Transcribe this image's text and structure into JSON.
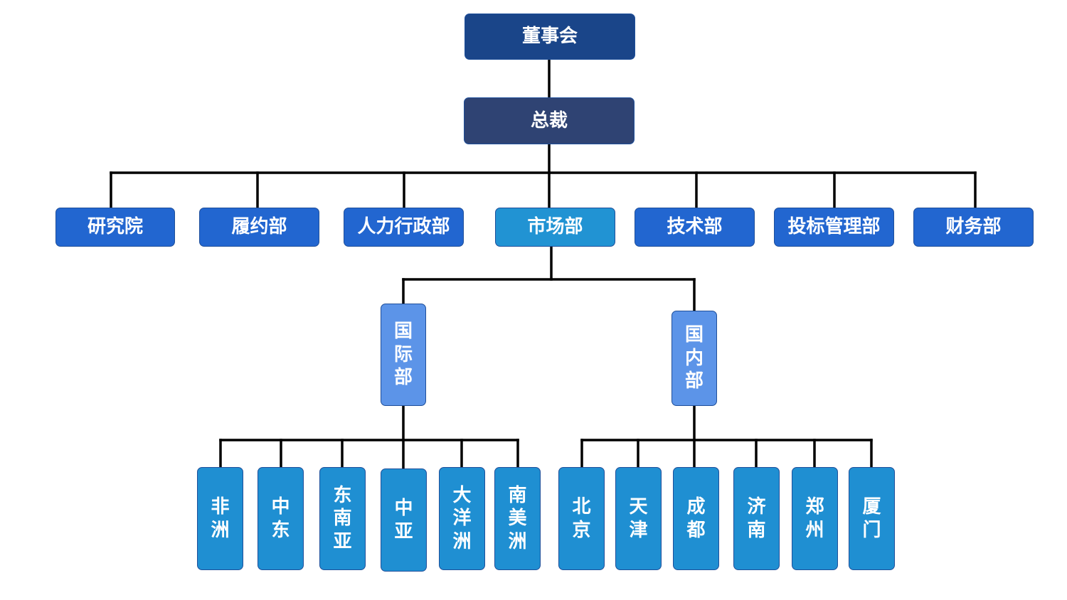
{
  "colors": {
    "board": "#1a4589",
    "ceo": "#2f4373",
    "department": "#2266d0",
    "department_highlight": "#2193d3",
    "division": "#5c94e8",
    "region": "#1f8fd2",
    "connector": "#000000"
  },
  "board": "董事会",
  "ceo": "总裁",
  "departments": [
    "研究院",
    "履约部",
    "人力行政部",
    "市场部",
    "技术部",
    "投标管理部",
    "财务部"
  ],
  "international": {
    "label": "国际部",
    "regions": [
      "非洲",
      "中东",
      "东南亚",
      "中亚",
      "大洋洲",
      "南美洲"
    ]
  },
  "domestic": {
    "label": "国内部",
    "regions": [
      "北京",
      "天津",
      "成都",
      "济南",
      "郑州",
      "厦门"
    ]
  }
}
